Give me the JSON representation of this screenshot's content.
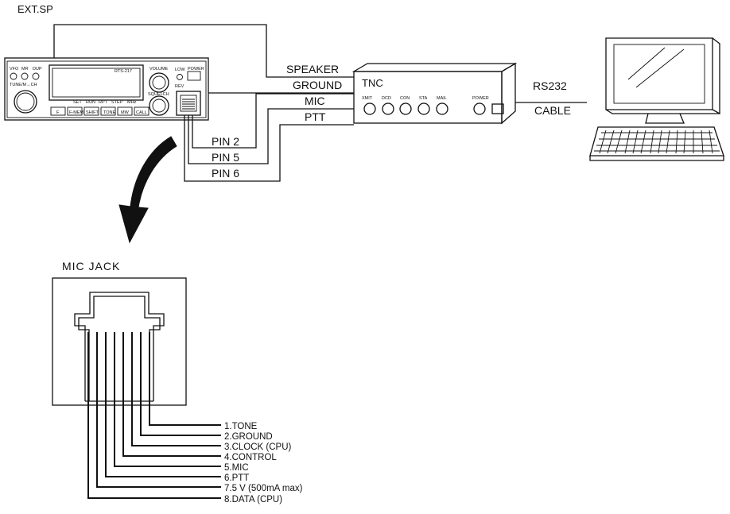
{
  "labels": {
    "ext_sp": "EXT.SP",
    "speaker": "SPEAKER",
    "ground": "GROUND",
    "mic": "MIC",
    "ptt": "PTT",
    "pin2": "PIN  2",
    "pin5": "PIN  5",
    "pin6": "PIN  6",
    "rs232": "RS232",
    "cable": "CABLE",
    "mic_jack": "MIC  JACK"
  },
  "tnc": {
    "name": "TNC",
    "leds": [
      "XMIT",
      "DCD",
      "CON",
      "STA",
      "MAIL"
    ],
    "power": "POWER"
  },
  "radio": {
    "model": "RTS-217",
    "top_left_buttons": [
      "VFO",
      "MR",
      "DUP"
    ],
    "tune_label": "TUNE/M→CH",
    "knob1": "VOLUME",
    "knob2": "SQUELCH",
    "low": "LOW",
    "power": "POWER",
    "rev": "REV",
    "display_indicators": [
      "SET",
      "RUN",
      "RPT",
      "STEP",
      "MHz"
    ],
    "bottom_buttons": [
      "F",
      "F-MEM",
      "SHIFT",
      "TONE",
      "MW",
      "CALL"
    ]
  },
  "pins": [
    "1.TONE",
    "2.GROUND",
    "3.CLOCK  (CPU)",
    "4.CONTROL",
    "5.MIC",
    "6.PTT",
    "7.5  V  (500mA  max)",
    "8.DATA  (CPU)"
  ]
}
